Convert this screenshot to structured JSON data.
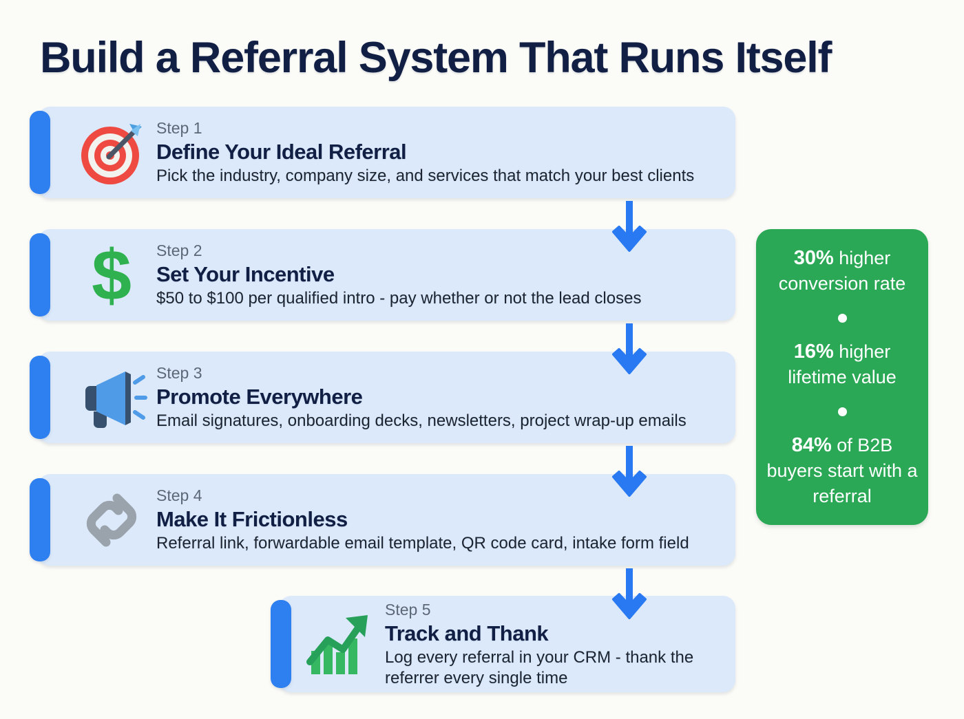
{
  "page": {
    "title": "Build a Referral System That Runs Itself",
    "background_color": "#fbfbf7"
  },
  "colors": {
    "title_navy": "#121f44",
    "card_blue": "#dbe9fb",
    "accent_blue": "#2e7ff0",
    "arrow_blue": "#2979f2",
    "panel_green": "#2aa855",
    "eyebrow_gray": "#5c6876"
  },
  "steps": [
    {
      "eyebrow": "Step 1",
      "title": "Define Your Ideal Referral",
      "desc": "Pick the industry, company size, and services that match your best clients",
      "icon": "dartboard-target-icon"
    },
    {
      "eyebrow": "Step 2",
      "title": "Set Your Incentive",
      "desc": "$50 to $100 per qualified intro - pay whether or not the lead closes",
      "icon": "dollar-sign-icon"
    },
    {
      "eyebrow": "Step 3",
      "title": "Promote Everywhere",
      "desc": "Email signatures, onboarding decks, newsletters, project wrap-up emails",
      "icon": "megaphone-icon"
    },
    {
      "eyebrow": "Step 4",
      "title": "Make It Frictionless",
      "desc": "Referral link, forwardable email template, QR code card, intake form field",
      "icon": "chain-link-icon"
    },
    {
      "eyebrow": "Step 5",
      "title": "Track and Thank",
      "desc": "Log every referral in your CRM - thank the referrer every single time",
      "icon": "upward-bar-chart-icon"
    }
  ],
  "arrows": [
    {
      "name": "arrow-step1-to-step2"
    },
    {
      "name": "arrow-step2-to-step3"
    },
    {
      "name": "arrow-step3-to-step4"
    },
    {
      "name": "arrow-step4-to-step5"
    }
  ],
  "stats_panel": {
    "items": [
      {
        "value": "30%",
        "label": " higher conversion rate"
      },
      {
        "value": "16%",
        "label": " higher lifetime value"
      },
      {
        "value": "84%",
        "label": " of B2B buyers start with a referral"
      }
    ]
  }
}
